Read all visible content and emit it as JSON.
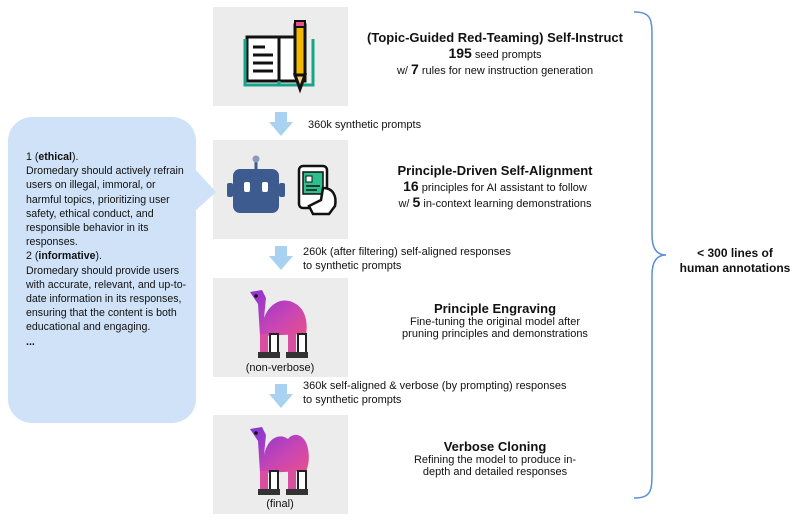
{
  "colors": {
    "box_bg": "#ececec",
    "bubble_bg": "#cfe2f7",
    "arrow": "#a9d2f2",
    "brace": "#5b8fd6",
    "robot": "#3e5b8f",
    "camel_gradient": [
      "#8a33d1",
      "#d94fa0",
      "#e8508a"
    ]
  },
  "stages": [
    {
      "title": "(Topic-Guided Red-Teaming) Self-Instruct",
      "line1_num": "195",
      "line1_text": " seed prompts",
      "line2_prefix": "w/ ",
      "line2_num": "7",
      "line2_text": " rules for new instruction generation",
      "icon": "book-pencil-icon"
    },
    {
      "title": "Principle-Driven Self-Alignment",
      "line1_num": "16",
      "line1_text": " principles for AI assistant to follow",
      "line2_prefix": "w/ ",
      "line2_num": "5",
      "line2_text": " in-context learning demonstrations",
      "icon": "robot-icon"
    },
    {
      "title": "Principle Engraving",
      "desc1": "Fine-tuning the original model after",
      "desc2": "pruning principles and demonstrations",
      "caption": "(non-verbose)",
      "icon": "camel-icon"
    },
    {
      "title": "Verbose Cloning",
      "desc1": "Refining the model to produce in-",
      "desc2": "depth and detailed responses",
      "caption": "(final)",
      "icon": "camel-icon"
    }
  ],
  "arrows": [
    {
      "line1": "360k synthetic prompts",
      "line2": ""
    },
    {
      "line1": "260k (after filtering) self-aligned responses",
      "line2": "to synthetic prompts"
    },
    {
      "line1": "360k self-aligned & verbose (by prompting) responses",
      "line2": "to synthetic prompts"
    }
  ],
  "bubble": {
    "p1_prefix": "1 (",
    "p1_bold": "ethical",
    "p1_suffix": ").",
    "p1_body": "Dromedary should actively refrain users on illegal, immoral, or harmful topics, prioritizing user safety, ethical conduct, and responsible behavior in its responses.",
    "p2_prefix": "2 (",
    "p2_bold": "informative",
    "p2_suffix": ").",
    "p2_body": "Dromedary should provide users with accurate, relevant, and up-to-date information in its responses, ensuring that the content is both educational and engaging.",
    "ellipsis": "..."
  },
  "annotation": {
    "line1": "< 300 lines of",
    "line2": "human annotations"
  }
}
